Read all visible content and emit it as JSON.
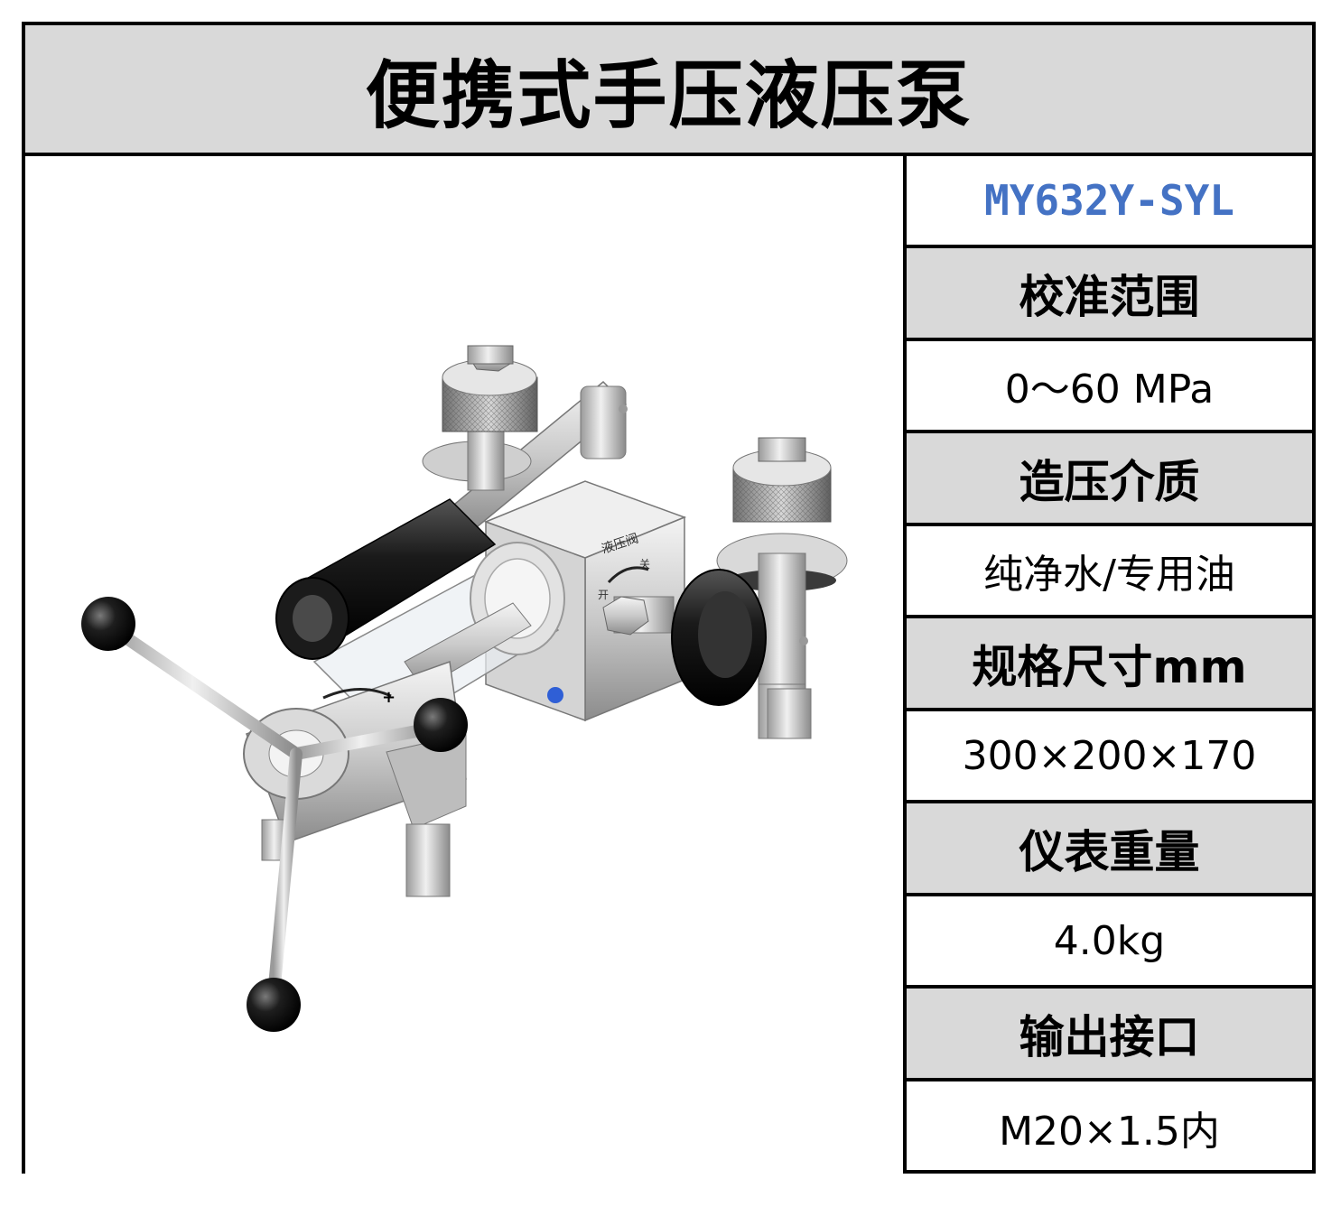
{
  "title": "便携式手压液压泵",
  "product": {
    "image_label": "pump-illustration",
    "dial_text": "液压阀",
    "dial_open": "开",
    "dial_close": "关"
  },
  "specs": {
    "model": "MY632Y-SYL",
    "range_label": "校准范围",
    "range_value": "0～60 MPa",
    "medium_label": "造压介质",
    "medium_value": "纯净水/专用油",
    "size_label": "规格尺寸mm",
    "size_value": "300×200×170",
    "weight_label": "仪表重量",
    "weight_value": "4.0kg",
    "output_label": "输出接口",
    "output_value": "M20×1.5内"
  },
  "colors": {
    "model_text": "#4472c4",
    "label_bg": "#d9d9d9",
    "border": "#000000"
  }
}
